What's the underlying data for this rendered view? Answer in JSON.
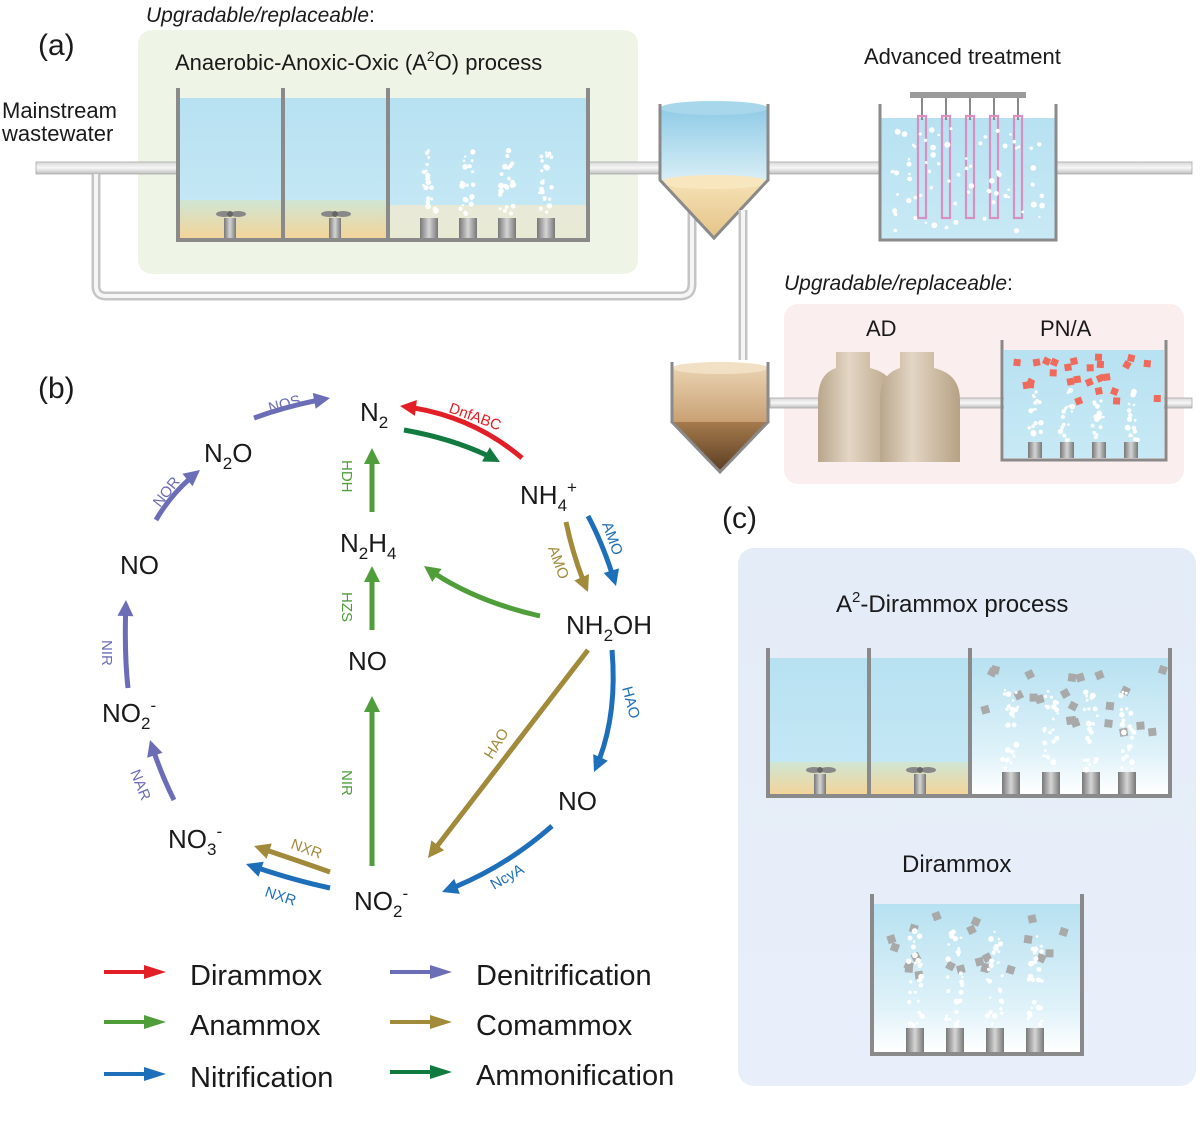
{
  "panel_a": {
    "label": "(a)",
    "upgradable_top": "Upgradable/replaceable",
    "upgradable_colon": ":",
    "process_title_pre": "Anaerobic-Anoxic-Oxic (A",
    "process_title_sup": "2",
    "process_title_post": "O) process",
    "inlet_line1": "Mainstream",
    "inlet_line2": "wastewater",
    "advanced": "Advanced treatment",
    "upgradable_side": "Upgradable/replaceable",
    "ad": "AD",
    "pna": "PN/A"
  },
  "panel_b": {
    "label": "(b)",
    "species": {
      "n2": "N",
      "n2_sub": "2",
      "n2o": "N",
      "n2o_sub": "2",
      "n2o_tail": "O",
      "nh4": "NH",
      "nh4_sub": "4",
      "nh4_sup": "+",
      "n2h4_a": "N",
      "n2h4_sub1": "2",
      "n2h4_b": "H",
      "n2h4_sub2": "4",
      "nh2oh_a": "NH",
      "nh2oh_sub": "2",
      "nh2oh_b": "OH",
      "no_left": "NO",
      "no_mid": "NO",
      "no_right": "NO",
      "no2_left": "NO",
      "no2_left_sub": "2",
      "no2_left_sup": "-",
      "no3": "NO",
      "no3_sub": "3",
      "no3_sup": "-",
      "no2_bottom": "NO",
      "no2_bottom_sub": "2",
      "no2_bottom_sup": "-"
    },
    "enzymes": {
      "nos": "NOS",
      "nor": "NOR",
      "nir_left": "NIR",
      "nar": "NAR",
      "nxr_top": "NXR",
      "nxr_bottom": "NXR",
      "dnfabc": "DnfABC",
      "hdh": "HDH",
      "hzs": "HZS",
      "nir_mid": "NIR",
      "amo_left": "AMO",
      "amo_right": "AMO",
      "hao_left": "HAO",
      "hao_right": "HAO",
      "ncya": "NcyA"
    },
    "legend": [
      {
        "label": "Dirammox",
        "color": "#e21f26"
      },
      {
        "label": "Anammox",
        "color": "#4f9e3a"
      },
      {
        "label": "Nitrification",
        "color": "#1e6fba"
      },
      {
        "label": "Denitrification",
        "color": "#6b6db7"
      },
      {
        "label": "Comammox",
        "color": "#a18a3a"
      },
      {
        "label": "Ammonification",
        "color": "#117a3e"
      }
    ]
  },
  "panel_c": {
    "label": "(c)",
    "title1_pre": "A",
    "title1_sup": "2",
    "title1_post": "-Dirammox process",
    "title2": "Dirammox"
  },
  "colors": {
    "dirammox": "#e21f26",
    "anammox": "#4f9e3a",
    "nitrification": "#1e6fba",
    "denitrification": "#6b6db7",
    "comammox": "#a18a3a",
    "ammonification": "#117a3e",
    "water": "#b9e2f2",
    "sludge": "#f3d7a0",
    "tank_wall": "#8a8a8a"
  }
}
